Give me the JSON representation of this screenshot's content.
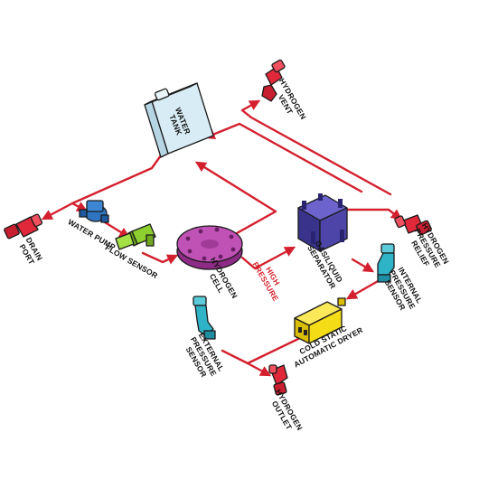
{
  "colors": {
    "pipe": "#d4202e",
    "water_tank": "#d8ecf5",
    "water_pump": "#2f74c0",
    "flow_sensor": "#8ccf2e",
    "hydrogen_cell": "#b83fae",
    "separator": "#4d46a8",
    "dryer": "#f4dc16",
    "pressure_sensors": "#2fb3c6",
    "hydrogen_fittings": "#e0283a",
    "high_pressure_label": "#d6202b"
  },
  "labels": {
    "water_tank": [
      "WATER",
      "TANK"
    ],
    "hydrogen_vent": [
      "HYDROGEN",
      "VENT"
    ],
    "drain_port": [
      "DRAIN",
      "PORT"
    ],
    "water_pump": [
      "WATER PUMP"
    ],
    "flow_sensor": [
      "FLOW SENSOR"
    ],
    "hydrogen_cell": [
      "HYDROGEN",
      "CELL"
    ],
    "high_pressure": [
      "HIGH",
      "PRESSURE"
    ],
    "gas_liquid_separator": [
      "GAS/LIQUID",
      "SEPARATOR"
    ],
    "hydrogen_pressure_relief": [
      "HYDROGEN",
      "PRESSURE",
      "RELIEF"
    ],
    "internal_pressure_sensor": [
      "INTERNAL",
      "PRESSURE",
      "SENSOR"
    ],
    "cold_static_dryer": [
      "COLD STATIC",
      "AUTOMATIC DRYER"
    ],
    "external_pressure_sensor": [
      "EXTERNAL",
      "PRESSURE",
      "SENSOR"
    ],
    "hydrogen_outlet": [
      "HYDROGEN",
      "OUTLET"
    ]
  }
}
